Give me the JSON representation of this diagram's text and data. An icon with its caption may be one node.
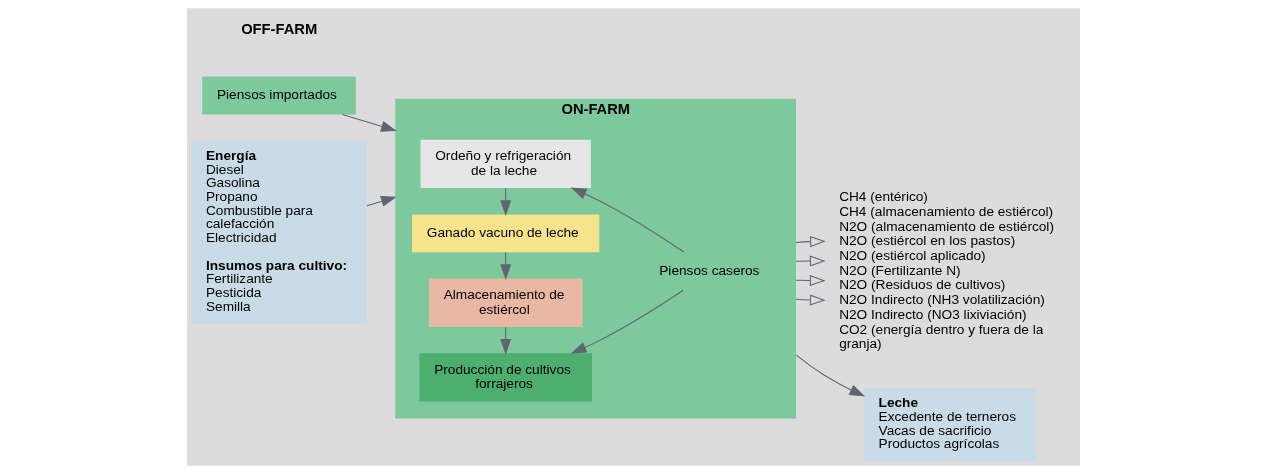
{
  "diagram": {
    "nodes": [
      {
        "text": [
          "Piensos importados"
        ]
      },
      {
        "text": [
          "Energía",
          "Diesel",
          "Gasolina",
          "Propano",
          "Combustible para calefacción",
          "Electricidad",
          "Insumos para cultivo:",
          "Fertilizante",
          "Pesticida",
          "Semilla"
        ]
      },
      {
        "text": [
          "ON-FARM"
        ]
      },
      {
        "text": [
          "Ordeño y refrigeración de la leche"
        ],
        "in": 2
      },
      {
        "text": [
          "Ganado vacuno de leche"
        ],
        "in": 2
      },
      {
        "text": [
          "Almacenamiento de estiércol"
        ],
        "in": 2
      },
      {
        "text": [
          "Producción de cultivos forrajeros"
        ],
        "in": 2
      },
      {
        "text": [
          "Piensos caseros"
        ],
        "in": 2
      },
      {
        "text": [
          "CH4 (entérico)",
          "CH4 (almacenamiento de estiércol)",
          "N2O (almacenamiento de estiércol)",
          "N2O (estiércol en los pastos)",
          "N2O (estiércol aplicado)",
          "N2O (Fertilizante N)",
          "N2O (Residuos de cultivos)",
          "N2O Indirecto (NH3 volatilización)",
          "N2O Indirecto (NO3 lixiviación)",
          "CO2 (energía dentro y fuera de la granja)"
        ]
      },
      {
        "text": [
          "Leche",
          "Excedente de terneros",
          "Vacas de sacrificio",
          "Productos agrícolas"
        ]
      }
    ],
    "edges": [
      {
        "from": 0,
        "to": 2,
        "arrow": "to"
      },
      {
        "from": 1,
        "to": 2,
        "arrow": "to"
      },
      {
        "from": 3,
        "to": 4,
        "arrow": "to"
      },
      {
        "from": 4,
        "to": 5,
        "arrow": "to"
      },
      {
        "from": 5,
        "to": 6,
        "arrow": "to"
      },
      {
        "from": 7,
        "to": 3,
        "arrow": "to"
      },
      {
        "from": 7,
        "to": 6,
        "arrow": "to"
      },
      {
        "from": 2,
        "to": 8,
        "arrow": "to"
      },
      {
        "from": 2,
        "to": 8,
        "arrow": "to"
      },
      {
        "from": 2,
        "to": 8,
        "arrow": "to"
      },
      {
        "from": 2,
        "to": 8,
        "arrow": "to"
      },
      {
        "from": 2,
        "to": 9,
        "arrow": "to"
      }
    ],
    "labels": [
      "OFF-FARM"
    ]
  }
}
